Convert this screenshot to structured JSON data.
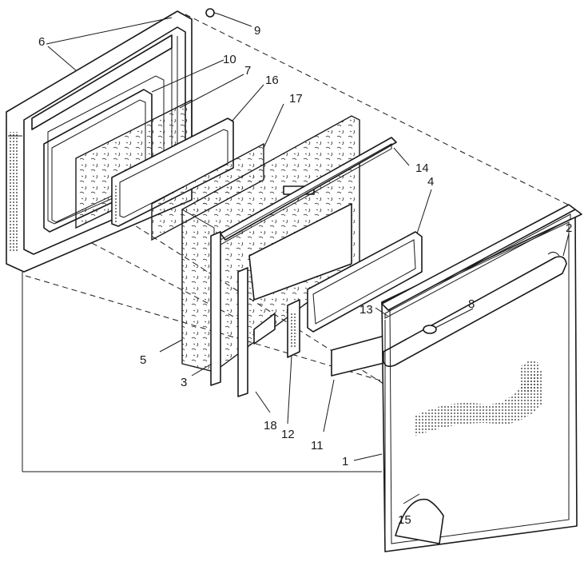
{
  "diagram": {
    "callouts": [
      {
        "id": "c1",
        "label": "1"
      },
      {
        "id": "c2",
        "label": "2"
      },
      {
        "id": "c3",
        "label": "3"
      },
      {
        "id": "c4",
        "label": "4"
      },
      {
        "id": "c5",
        "label": "5"
      },
      {
        "id": "c6",
        "label": "6"
      },
      {
        "id": "c7",
        "label": "7"
      },
      {
        "id": "c8",
        "label": "8"
      },
      {
        "id": "c9",
        "label": "9"
      },
      {
        "id": "c10",
        "label": "10"
      },
      {
        "id": "c11",
        "label": "11"
      },
      {
        "id": "c12",
        "label": "12"
      },
      {
        "id": "c13",
        "label": "13"
      },
      {
        "id": "c14",
        "label": "14"
      },
      {
        "id": "c15",
        "label": "15"
      },
      {
        "id": "c16",
        "label": "16"
      },
      {
        "id": "c17",
        "label": "17"
      },
      {
        "id": "c18",
        "label": "18"
      }
    ]
  }
}
